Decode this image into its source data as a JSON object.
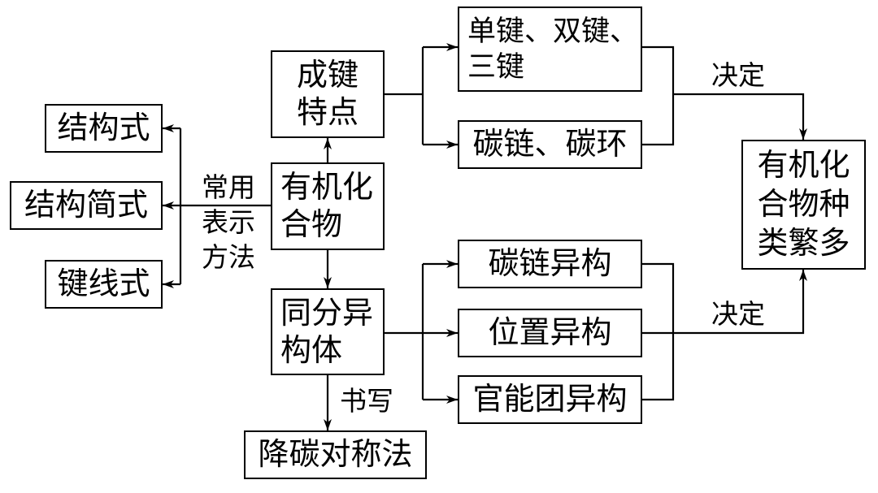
{
  "diagram": {
    "notations": {
      "label": [
        "常用",
        "表示",
        "方法"
      ],
      "items": [
        "结构式",
        "结构简式",
        "键线式"
      ]
    },
    "center": {
      "lines": [
        "有机化",
        "合物"
      ]
    },
    "bonding": {
      "lines": [
        "成键",
        "特点"
      ]
    },
    "bond_types": {
      "lines": [
        "单键、双键、",
        "三键"
      ]
    },
    "chain_types": "碳链、碳环",
    "isomer": {
      "lines": [
        "同分异",
        "构体"
      ]
    },
    "isomer_types": [
      "碳链异构",
      "位置异构",
      "官能团异构"
    ],
    "writing": {
      "label": "书写",
      "method": "降碳对称法"
    },
    "result": {
      "label_top": "决定",
      "label_bottom": "决定",
      "lines": [
        "有机化",
        "合物种",
        "类繁多"
      ]
    }
  }
}
